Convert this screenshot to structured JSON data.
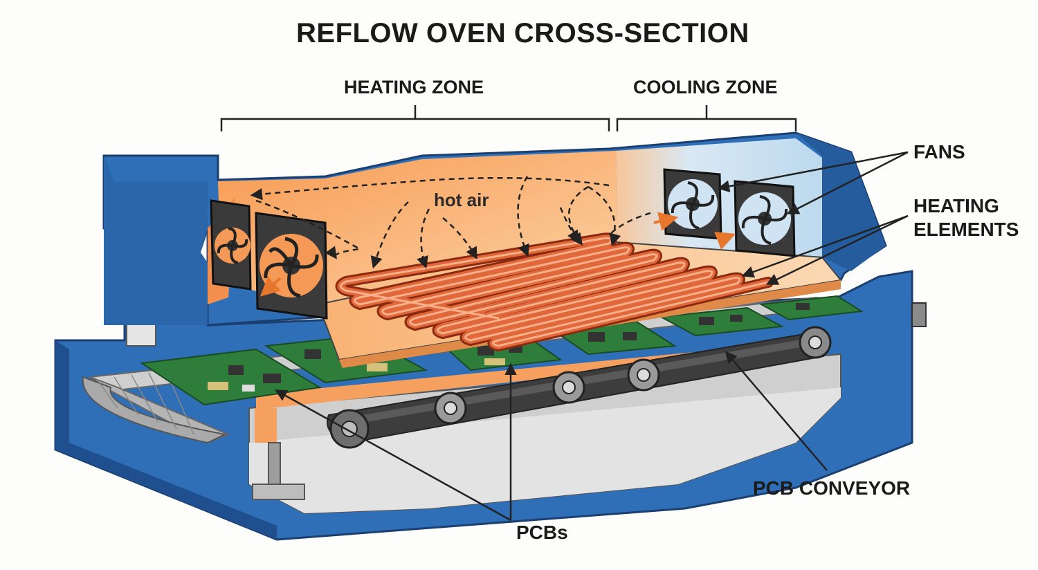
{
  "title": "REFLOW OVEN CROSS-SECTION",
  "zones": {
    "heating": "HEATING ZONE",
    "cooling": "COOLING ZONE"
  },
  "labels": {
    "hot_air": "hot air",
    "fans": "FANS",
    "heating_elements_line1": "HEATING",
    "heating_elements_line2": "ELEMENTS",
    "pcb_conveyor": "PCB CONVEYOR",
    "pcbs": "PCBs"
  },
  "colors": {
    "housing_blue": "#2f6fb8",
    "housing_blue_dark": "#1f4f8f",
    "chamber_orange": "#f7a562",
    "chamber_orange_light": "#fcd3a6",
    "cooling_blue": "#cfe3f2",
    "heater_coil": "#d9562c",
    "pcb_green": "#2f7d3a",
    "conveyor_gray": "#9a9a9a",
    "belt_dark": "#3d3d3d"
  }
}
